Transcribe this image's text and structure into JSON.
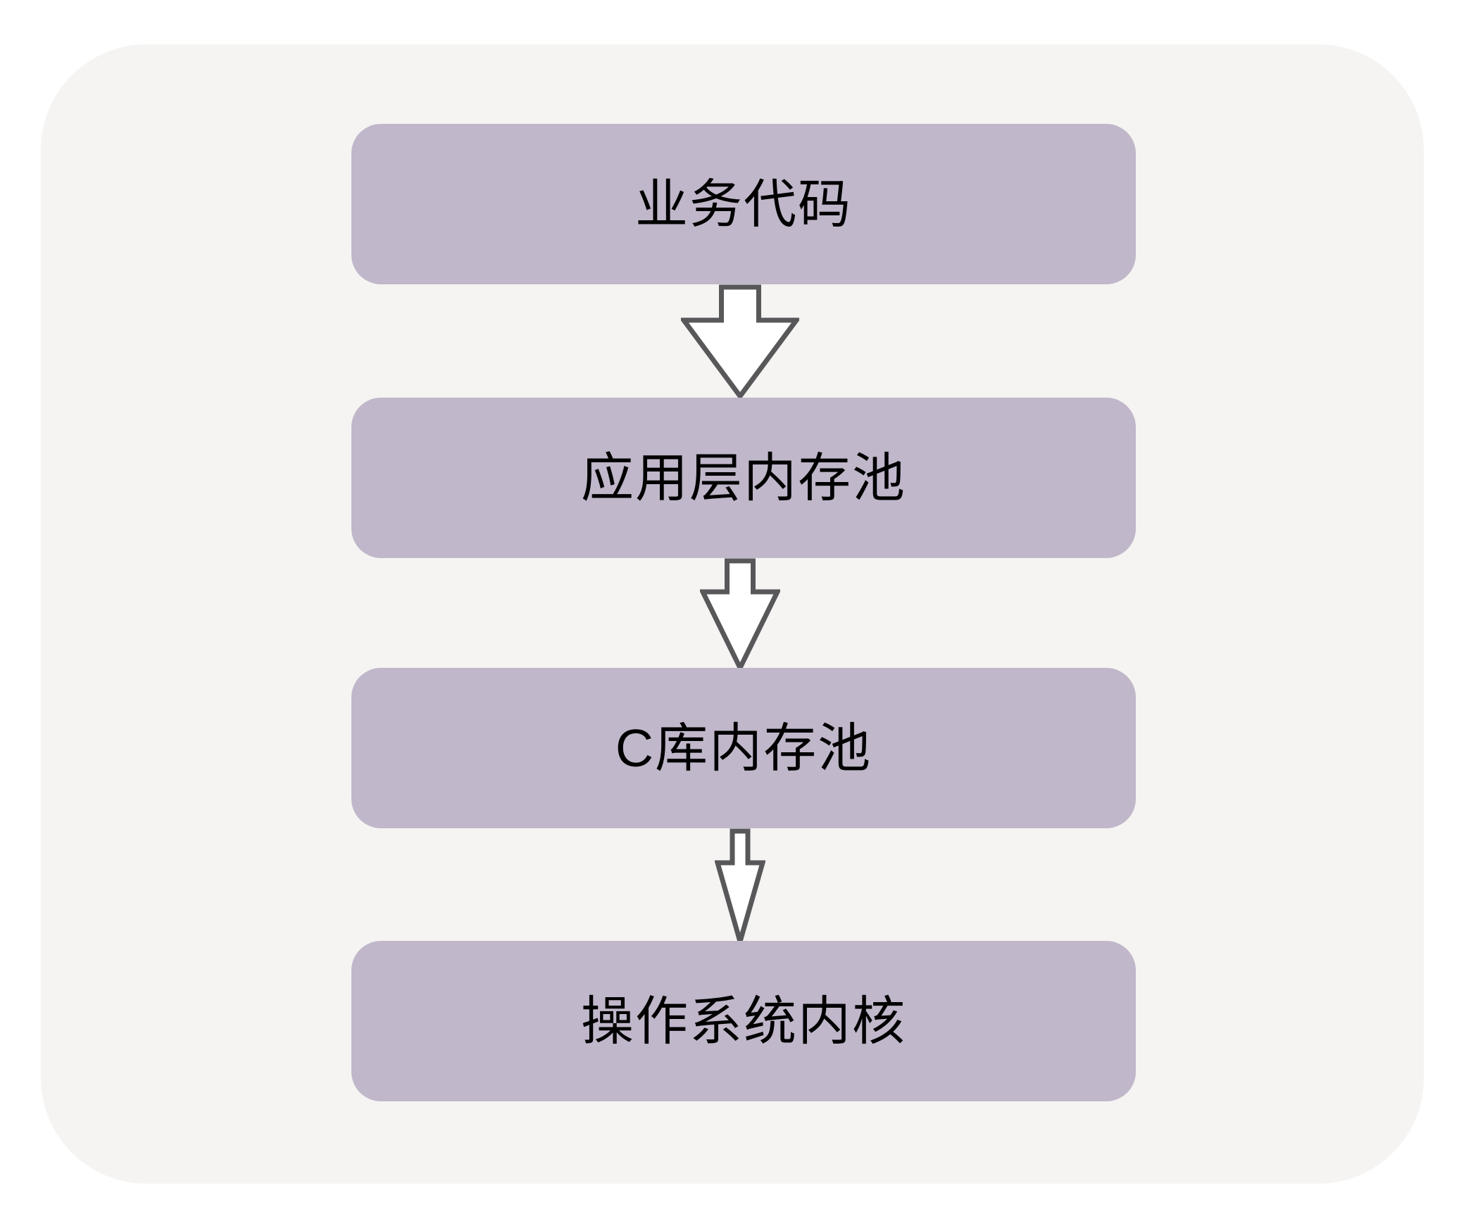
{
  "diagram": {
    "nodes": [
      {
        "id": "node-business-code",
        "label": "业务代码"
      },
      {
        "id": "node-app-memory-pool",
        "label": "应用层内存池"
      },
      {
        "id": "node-clib-memory-pool",
        "label": "C库内存池"
      },
      {
        "id": "node-os-kernel",
        "label": "操作系统内核"
      }
    ],
    "edges": [
      {
        "from": "node-business-code",
        "to": "node-app-memory-pool",
        "type": "down-arrow"
      },
      {
        "from": "node-app-memory-pool",
        "to": "node-clib-memory-pool",
        "type": "down-arrow"
      },
      {
        "from": "node-clib-memory-pool",
        "to": "node-os-kernel",
        "type": "down-arrow"
      }
    ],
    "colors": {
      "canvas": "#ffffff",
      "panel": "#f5f4f2",
      "node_fill": "#c0b7ca",
      "node_text": "#000000",
      "arrow_fill": "#ffffff",
      "arrow_stroke": "#58585a"
    }
  }
}
